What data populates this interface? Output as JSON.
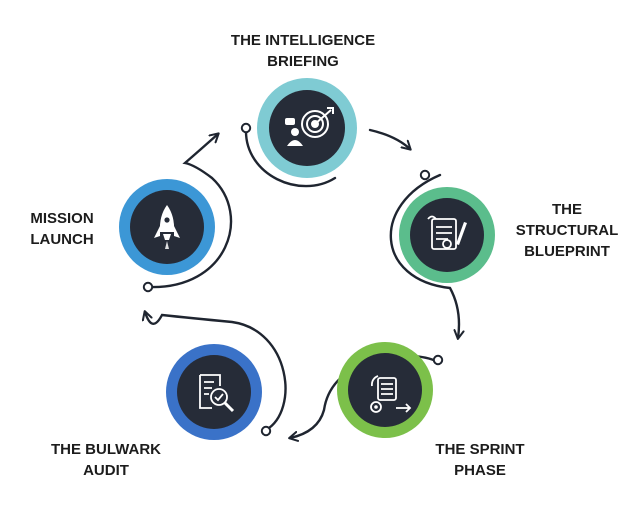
{
  "colors": {
    "briefing": "#7fcbd3",
    "blueprint": "#5bbd8c",
    "sprint": "#7cc04a",
    "audit": "#3a72c8",
    "launch": "#3c97d6",
    "disc": "#262c38",
    "connector": "#1f2530"
  },
  "steps": [
    {
      "id": "briefing",
      "icon": "target-briefing-icon",
      "label_lines": [
        "THE INTELLIGENCE",
        "BRIEFING"
      ]
    },
    {
      "id": "blueprint",
      "icon": "blueprint-document-icon",
      "label_lines": [
        "THE",
        "STRUCTURAL",
        "BLUEPRINT"
      ]
    },
    {
      "id": "sprint",
      "icon": "sprint-process-icon",
      "label_lines": [
        "THE SPRINT",
        "PHASE"
      ]
    },
    {
      "id": "audit",
      "icon": "audit-magnifier-icon",
      "label_lines": [
        "THE BULWARK",
        "AUDIT"
      ]
    },
    {
      "id": "launch",
      "icon": "rocket-icon",
      "label_lines": [
        "MISSION",
        "LAUNCH"
      ]
    }
  ]
}
